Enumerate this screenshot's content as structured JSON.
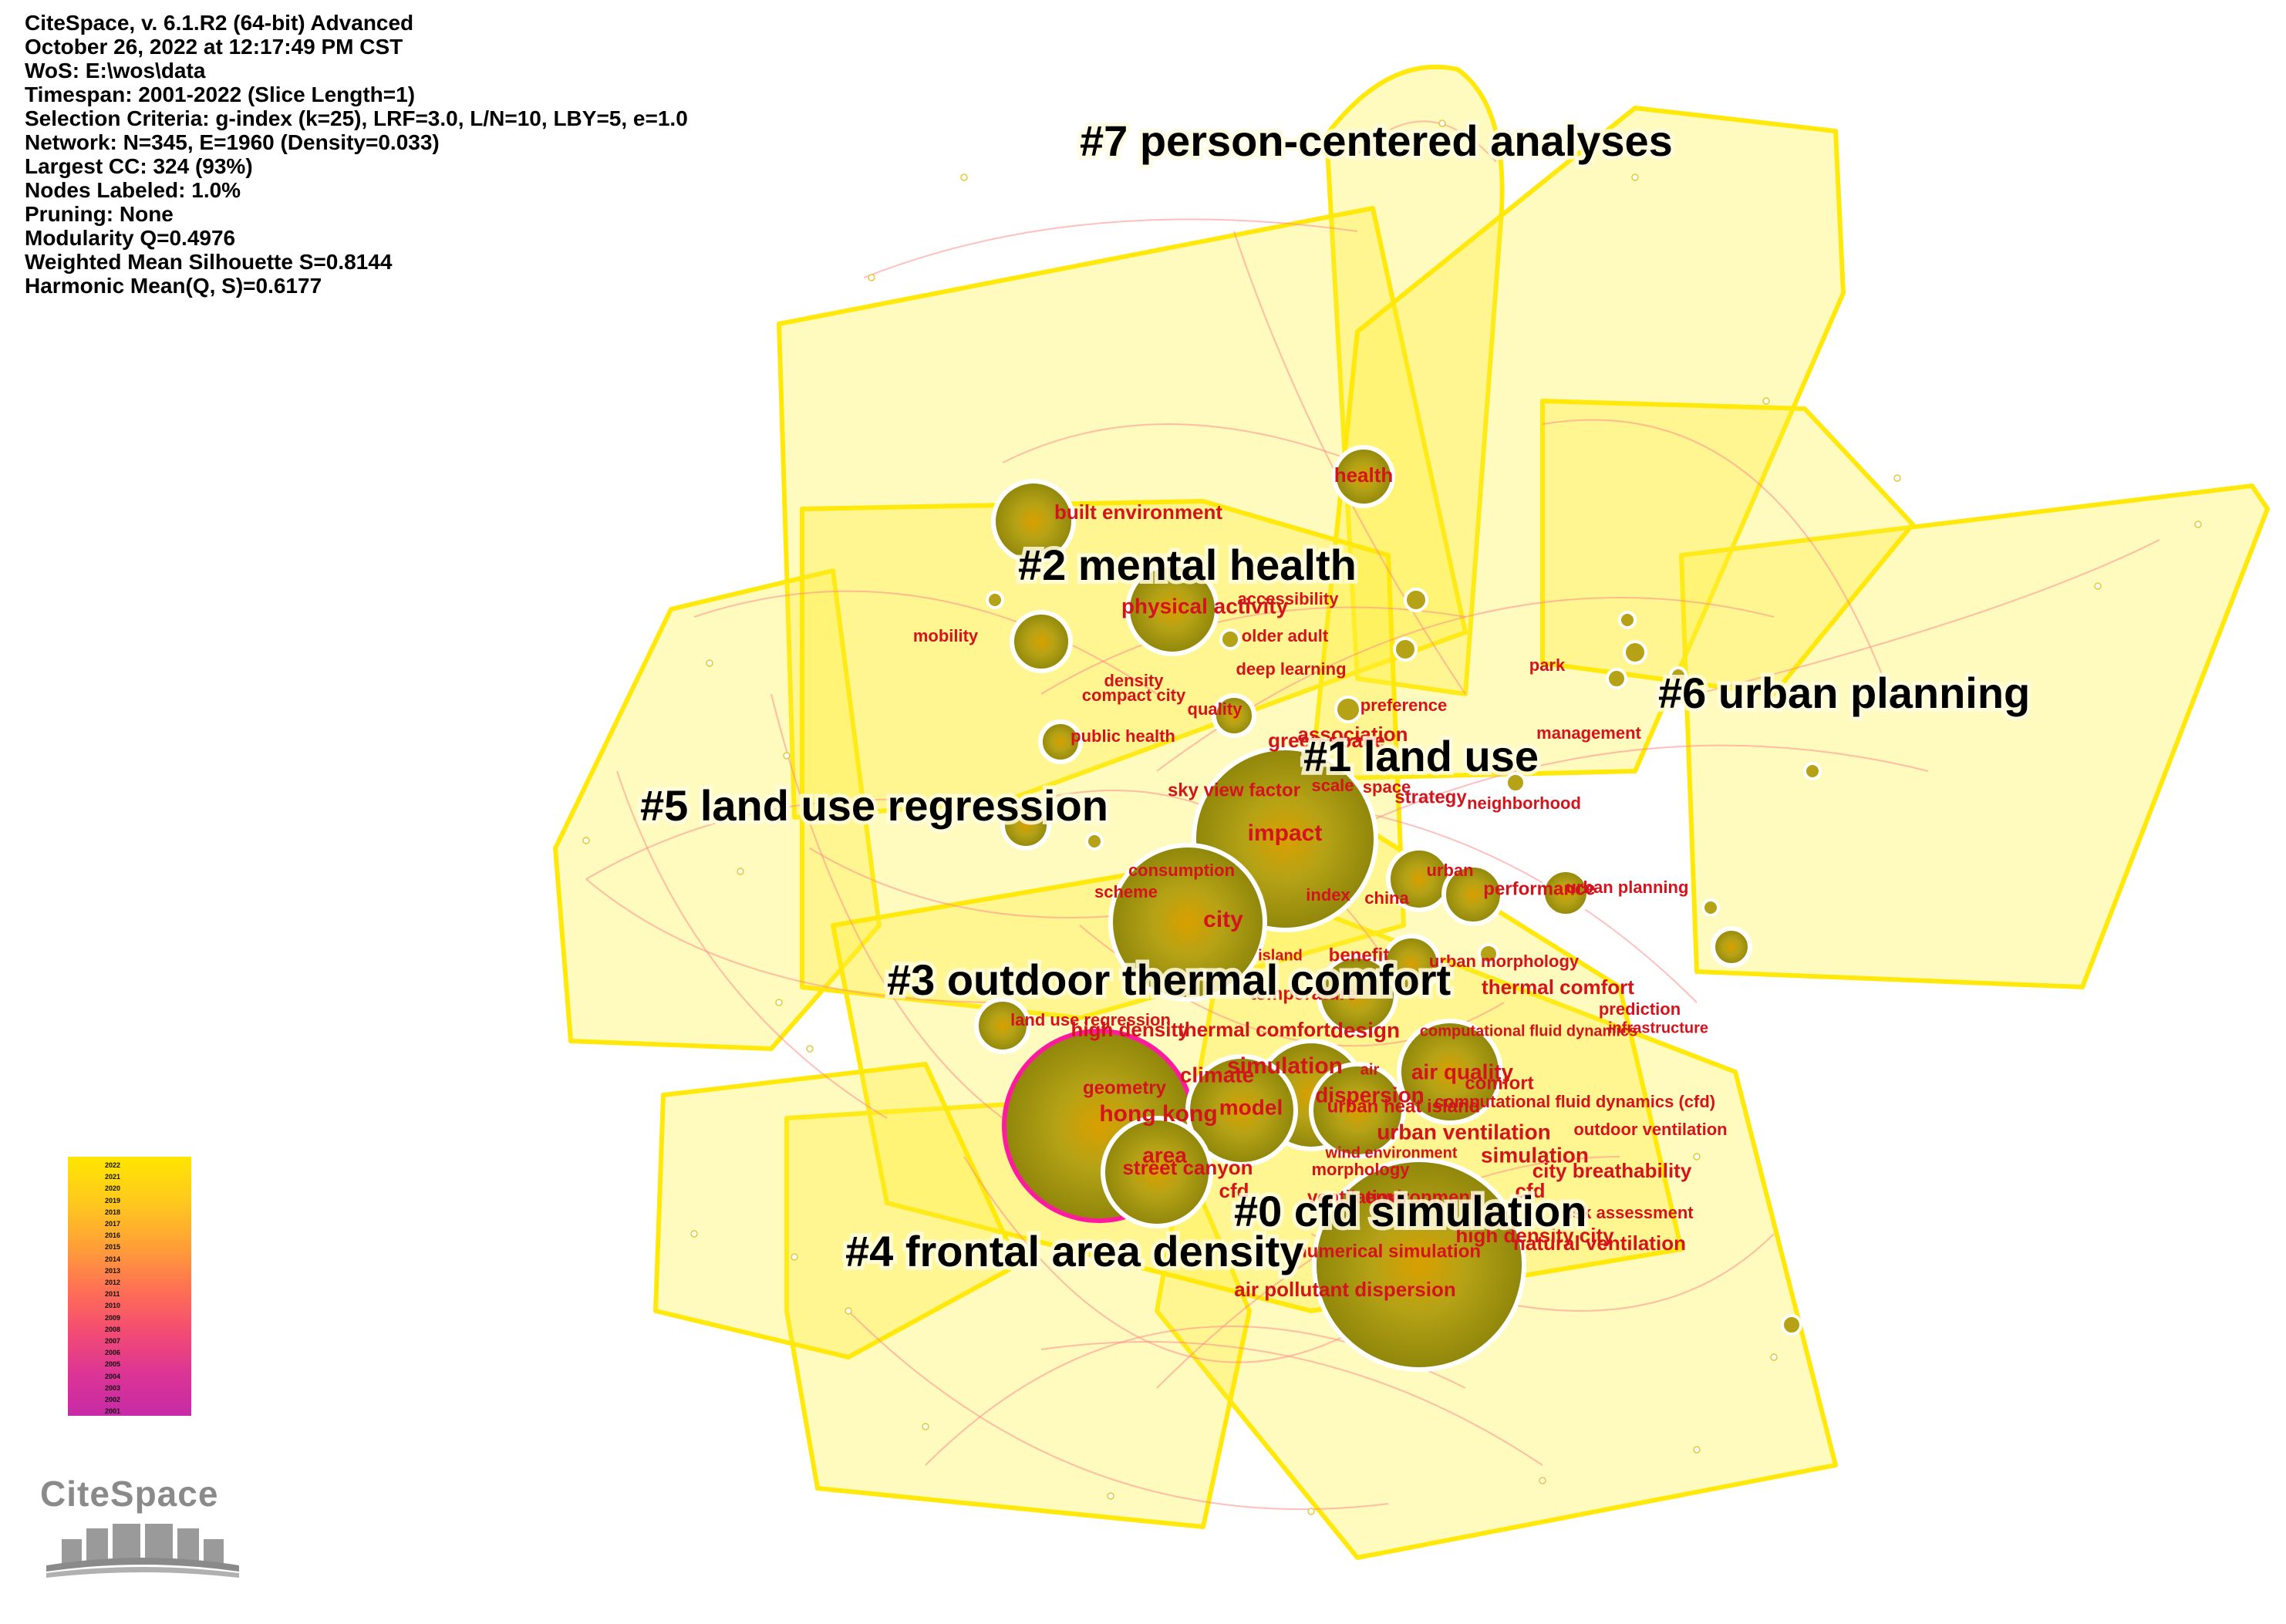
{
  "info": {
    "lines": [
      "CiteSpace, v. 6.1.R2 (64-bit) Advanced",
      "October 26, 2022 at 12:17:49 PM CST",
      "WoS: E:\\wos\\data",
      "Timespan: 2001-2022 (Slice Length=1)",
      "Selection Criteria: g-index (k=25), LRF=3.0, L/N=10, LBY=5, e=1.0",
      "Network: N=345, E=1960 (Density=0.033)",
      "Largest CC: 324 (93%)",
      "Nodes Labeled: 1.0%",
      "Pruning: None",
      "Modularity Q=0.4976",
      "Weighted Mean Silhouette S=0.8144",
      "Harmonic Mean(Q, S)=0.6177"
    ]
  },
  "clusters": [
    {
      "label": "#0 cfd simulation"
    },
    {
      "label": "#1 land use"
    },
    {
      "label": "#2 mental health"
    },
    {
      "label": "#3 outdoor thermal comfort"
    },
    {
      "label": "#4 frontal area density"
    },
    {
      "label": "#5 land use regression"
    },
    {
      "label": "#6 urban planning"
    },
    {
      "label": "#7 person-centered analyses"
    }
  ],
  "keywords": [
    "health",
    "built environment",
    "physical activity",
    "accessibility",
    "older adult",
    "mobility",
    "deep learning",
    "density",
    "compact city",
    "quality",
    "preference",
    "park",
    "public health",
    "association",
    "green space",
    "management",
    "strategy",
    "neighborhood",
    "sky view factor",
    "scale",
    "space",
    "impact",
    "consumption",
    "urban",
    "scheme",
    "index",
    "china",
    "performance",
    "urban planning",
    "city",
    "benefit",
    "island",
    "urban morphology",
    "temperature",
    "thermal comfort",
    "prediction",
    "land use regression",
    "high density",
    "thermal comfort",
    "design",
    "computational fluid dynamics",
    "infrastructure",
    "simulation",
    "air",
    "air quality",
    "comfort",
    "climate",
    "dispersion",
    "computational fluid dynamics (cfd)",
    "geometry",
    "model",
    "urban heat island",
    "hong kong",
    "urban ventilation",
    "outdoor ventilation",
    "wind environment",
    "simulation",
    "area",
    "street canyon",
    "morphology",
    "city breathability",
    "cfd",
    "ventilation",
    "environment",
    "cfd",
    "risk assessment",
    "high density city",
    "natural ventilation",
    "numerical simulation",
    "air pollutant dispersion"
  ],
  "legend": {
    "years": [
      "2022",
      "2021",
      "2020",
      "2019",
      "2018",
      "2017",
      "2016",
      "2015",
      "2014",
      "2013",
      "2012",
      "2011",
      "2010",
      "2009",
      "2008",
      "2007",
      "2006",
      "2005",
      "2004",
      "2003",
      "2002",
      "2001"
    ]
  },
  "logo": {
    "text": "CiteSpace"
  },
  "colors": {
    "hull": "#ffee1a",
    "node": "#a89a12",
    "keyword": "#d4141c",
    "cluster_label": "#000000",
    "link": "#ff8a8a",
    "highlight_ring": "#ff1aa0"
  }
}
